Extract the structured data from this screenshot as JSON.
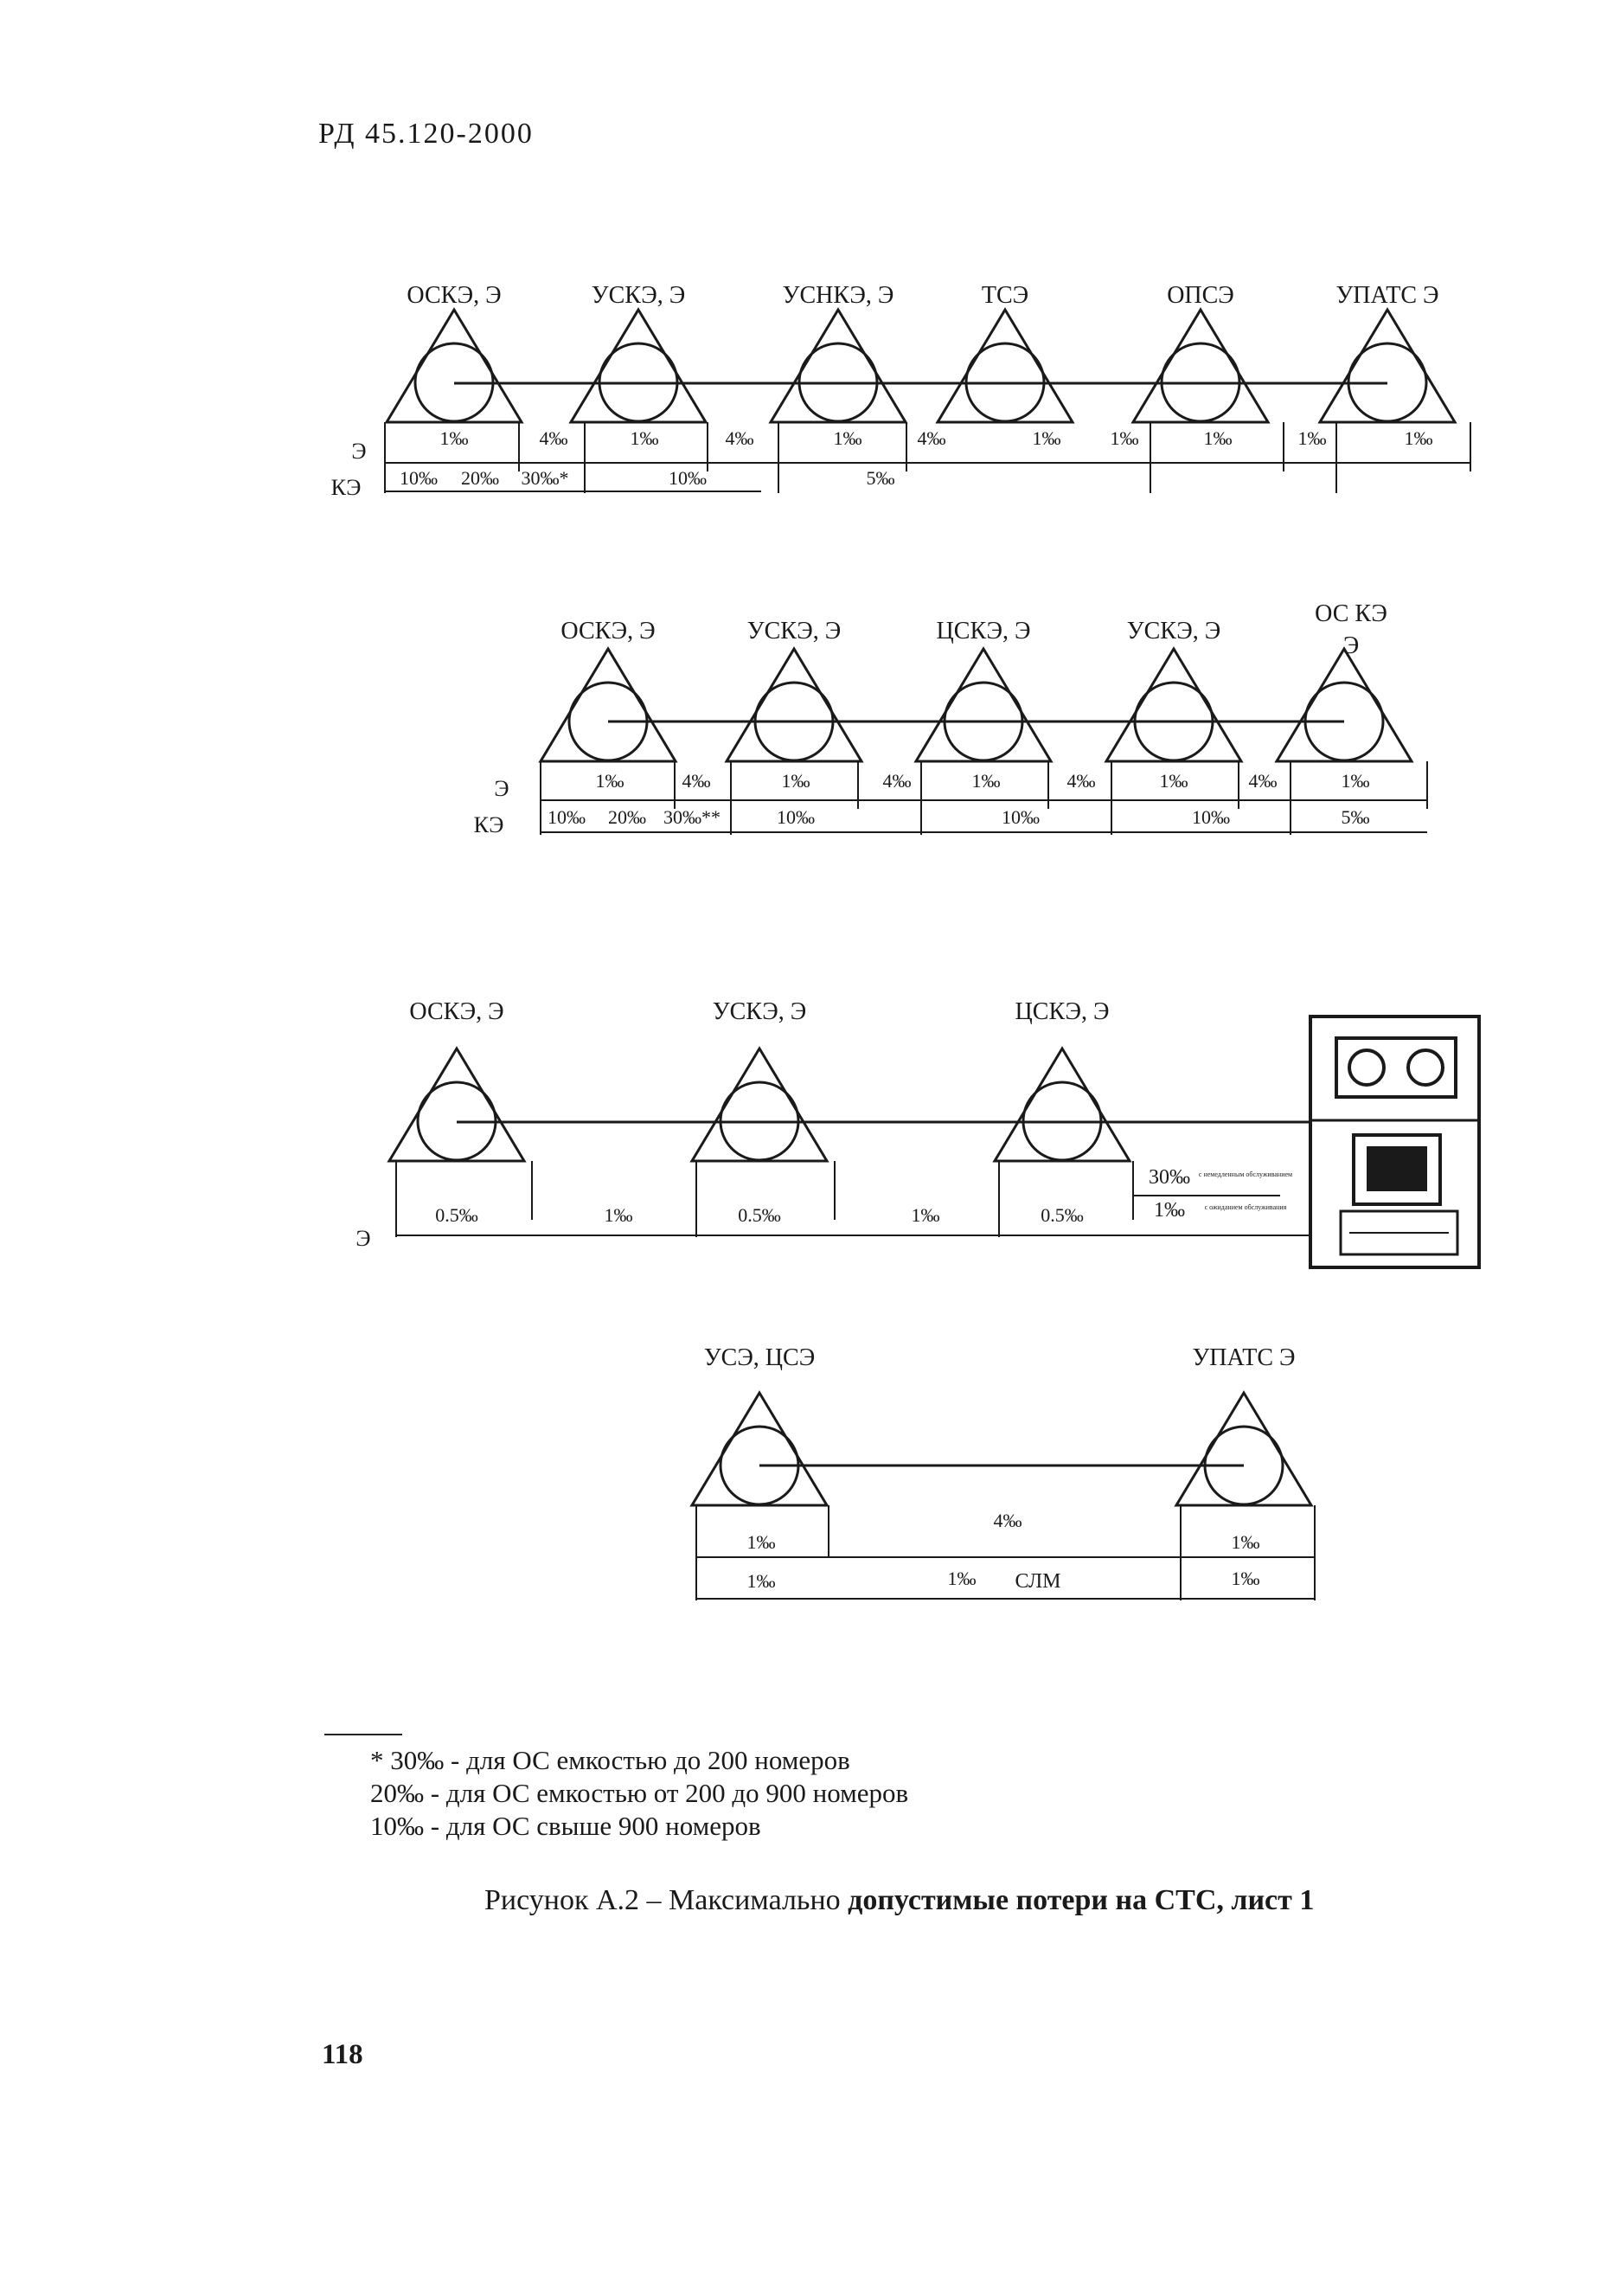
{
  "header": "РД 45.120-2000",
  "rows": [
    {
      "nodes": [
        "ОСКЭ, Э",
        "УСКЭ, Э",
        "УСНКЭ, Э",
        "ТСЭ",
        "ОПСЭ",
        "УПАТС Э"
      ],
      "row_labels": [
        "Э",
        "КЭ"
      ],
      "e_values": [
        "1‰",
        "4‰",
        "1‰",
        "4‰",
        "1‰",
        "4‰",
        "1‰",
        "1‰",
        "1‰",
        "1‰",
        "1‰"
      ],
      "ke_values": [
        "10‰",
        "20‰",
        "30‰*",
        "10‰",
        "5‰"
      ]
    },
    {
      "nodes": [
        "ОСКЭ, Э",
        "УСКЭ, Э",
        "ЦСКЭ, Э",
        "УСКЭ, Э",
        "ОС КЭ Э"
      ],
      "row_labels": [
        "Э",
        "КЭ"
      ],
      "e_values": [
        "1‰",
        "4‰",
        "1‰",
        "4‰",
        "1‰",
        "4‰",
        "1‰",
        "4‰",
        "1‰"
      ],
      "ke_values": [
        "10‰",
        "20‰",
        "30‰**",
        "10‰",
        "10‰",
        "10‰",
        "5‰"
      ]
    },
    {
      "nodes": [
        "ОСКЭ, Э",
        "УСКЭ, Э",
        "ЦСКЭ, Э"
      ],
      "row_labels": [
        "Э"
      ],
      "e_values": [
        "0.5‰",
        "1‰",
        "0.5‰",
        "1‰",
        "0.5‰"
      ],
      "terminal_values": [
        "30‰",
        "1‰"
      ],
      "terminal_notes": [
        "с немедленным обслуживанием",
        "с ожиданием обслуживания"
      ]
    },
    {
      "nodes": [
        "УСЭ, ЦСЭ",
        "УПАТС Э"
      ],
      "top_values": [
        "4‰",
        "1‰",
        "1‰"
      ],
      "bottom_values": [
        "1‰",
        "1‰",
        "СЛМ",
        "1‰"
      ]
    }
  ],
  "footnotes": [
    "* 30‰ - для ОС емкостью до 200 номеров",
    "20‰ - для ОС емкостью от 200 до 900 номеров",
    "10‰ - для ОС свыше 900 номеров"
  ],
  "caption": {
    "prefix": "Рисунок А.2 – Максимально ",
    "bold": "допустимые потери на СТС, лист 1"
  },
  "page_number": "118",
  "icons": [
    "station-triangle-circle-icon",
    "tape-reel-icon",
    "computer-monitor-icon",
    "system-unit-icon"
  ]
}
